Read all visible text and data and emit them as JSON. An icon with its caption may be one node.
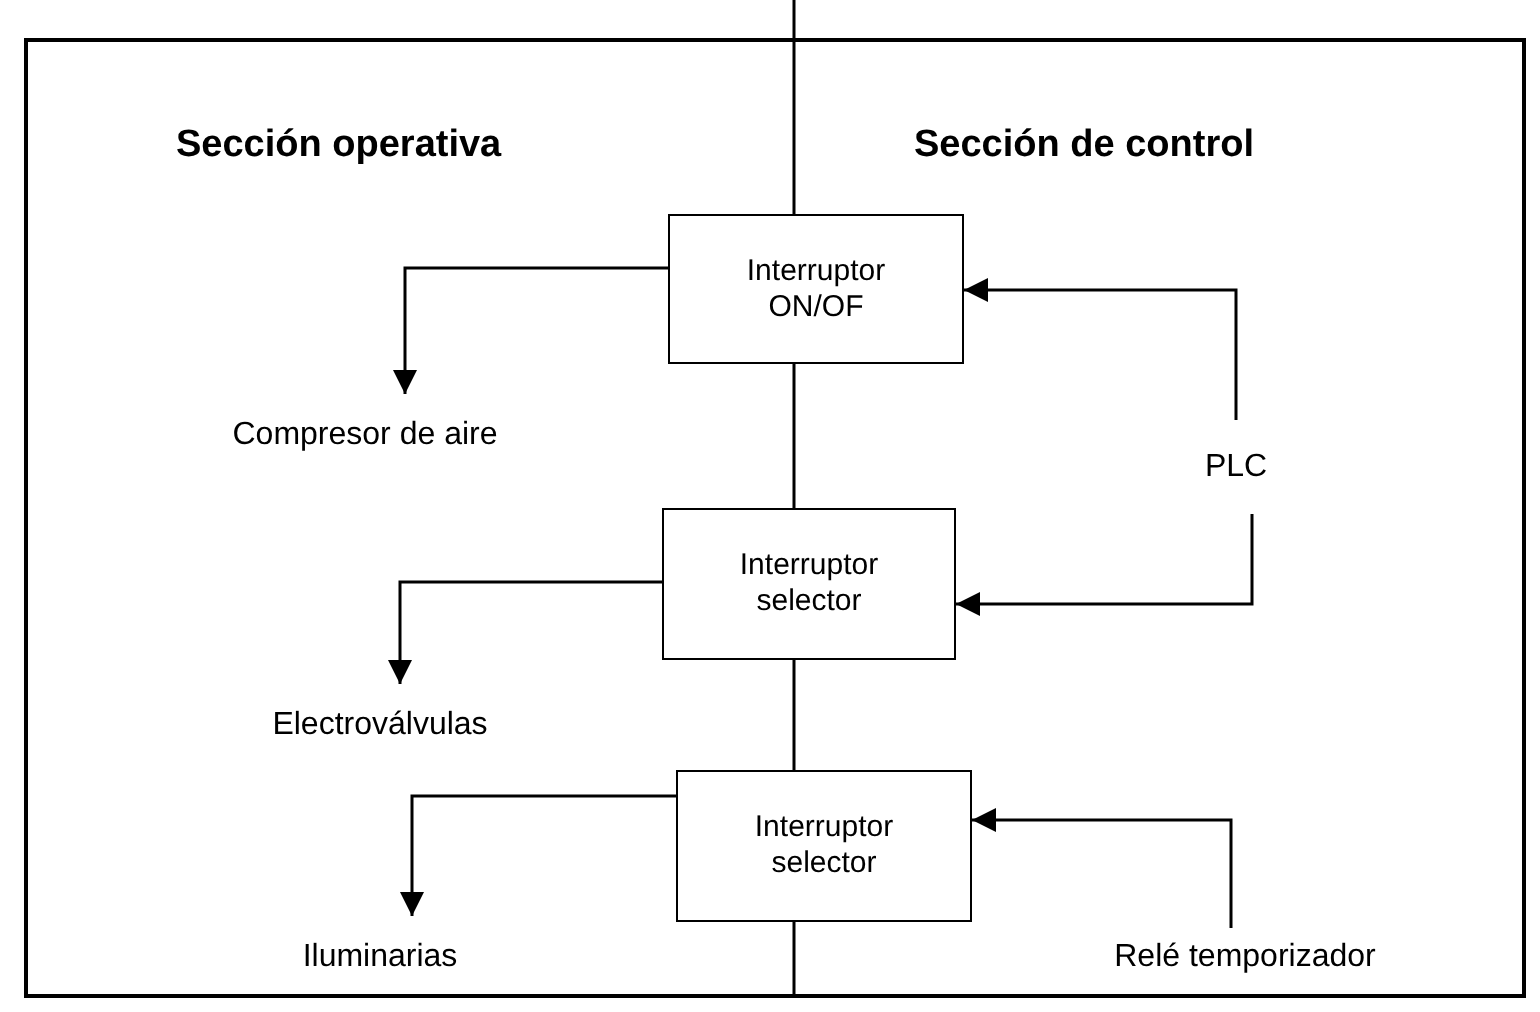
{
  "diagram": {
    "nodes": [
      {
        "text": [
          "Interruptor ON/OF"
        ]
      },
      {
        "text": [
          "Compresor de aire"
        ]
      },
      {
        "text": [
          "PLC"
        ]
      },
      {
        "text": [
          "Interruptor selector"
        ]
      },
      {
        "text": [
          "Electroválvulas"
        ]
      },
      {
        "text": [
          "Interruptor selector"
        ]
      },
      {
        "text": [
          "Iluminarias"
        ]
      },
      {
        "text": [
          "Relé temporizador"
        ]
      }
    ],
    "edges": [
      {
        "from": 0,
        "to": 1,
        "arrow": "to"
      },
      {
        "from": 2,
        "to": 0,
        "arrow": "to"
      },
      {
        "from": 2,
        "to": 3,
        "arrow": "to"
      },
      {
        "from": 3,
        "to": 4,
        "arrow": "to"
      },
      {
        "from": 5,
        "to": 6,
        "arrow": "to"
      },
      {
        "from": 7,
        "to": 5,
        "arrow": "to"
      }
    ],
    "labels": [
      "Sección operativa",
      "Sección de control"
    ]
  }
}
